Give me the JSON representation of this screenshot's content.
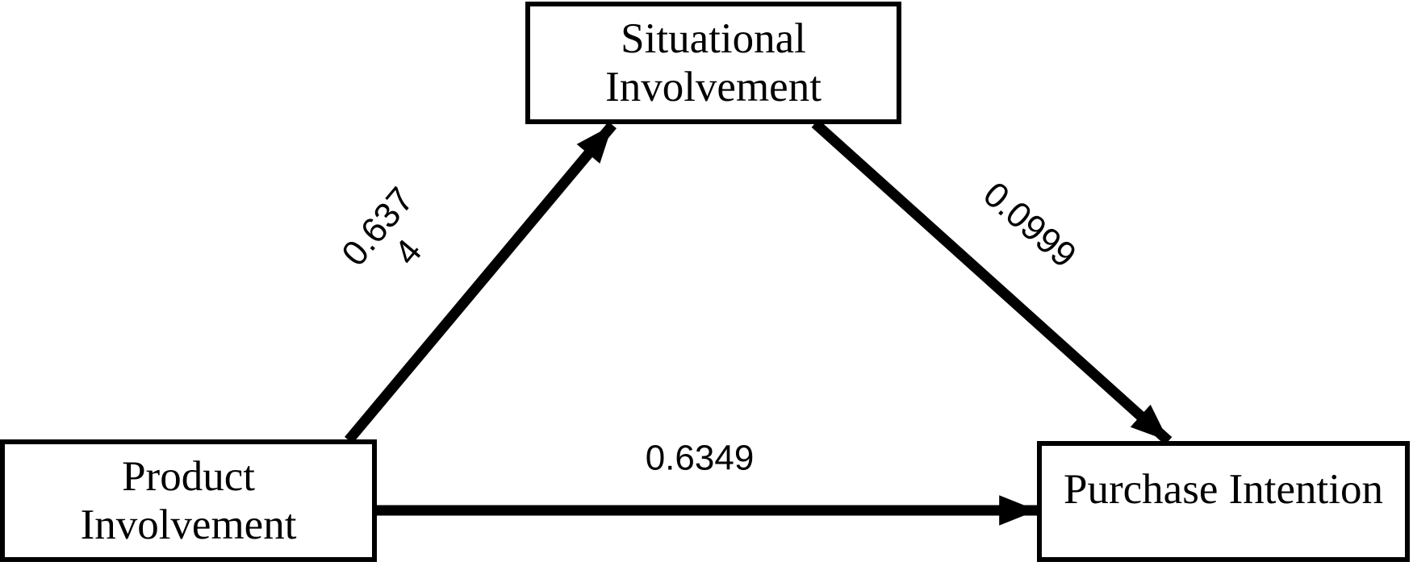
{
  "diagram": {
    "nodes": {
      "situational_involvement": {
        "label_line1": "Situational",
        "label_line2": "Involvement"
      },
      "product_involvement": {
        "label_line1": "Product",
        "label_line2": "Involvement"
      },
      "purchase_intention": {
        "label": "Purchase Intention"
      }
    },
    "edges": [
      {
        "from": "Product Involvement",
        "to": "Situational Involvement",
        "coefficient": "0.6374",
        "label_line1": "0.637",
        "label_line2": "4"
      },
      {
        "from": "Situational Involvement",
        "to": "Purchase Intention",
        "coefficient": "0.0999",
        "label": "0.0999"
      },
      {
        "from": "Product Involvement",
        "to": "Purchase Intention",
        "coefficient": "0.6349",
        "label": "0.6349"
      }
    ],
    "colors": {
      "line": "#000000",
      "text": "#000000",
      "background": "#ffffff"
    }
  }
}
